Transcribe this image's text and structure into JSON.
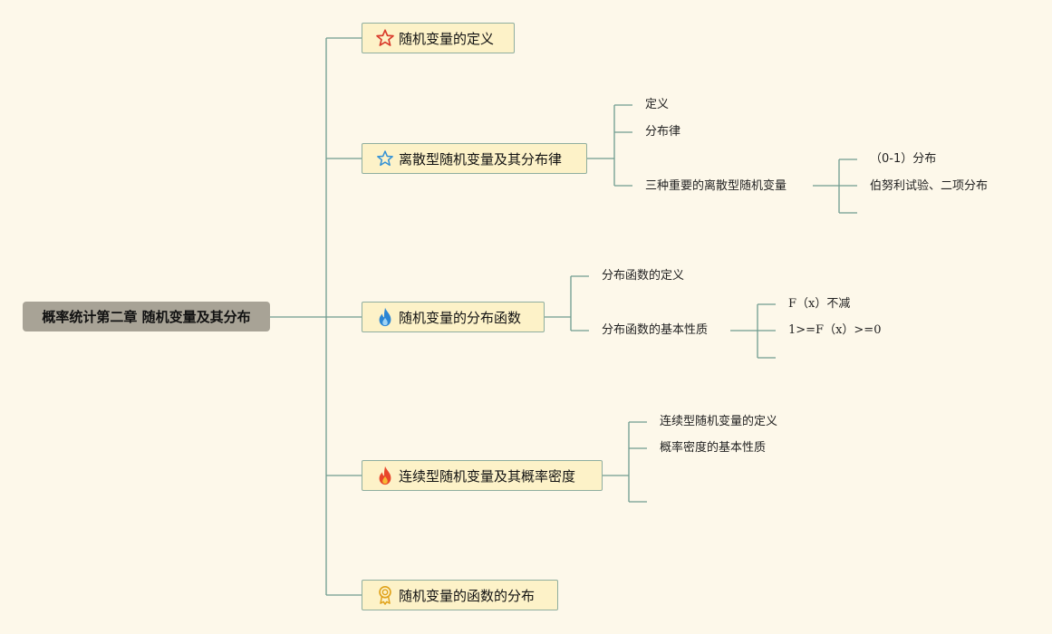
{
  "root": {
    "label": "概率统计第二章 随机变量及其分布"
  },
  "branches": [
    {
      "label": "随机变量的定义",
      "icon": "star-outline-red-icon"
    },
    {
      "label": "离散型随机变量及其分布律",
      "icon": "star-outline-blue-icon"
    },
    {
      "label": "随机变量的分布函数",
      "icon": "flame-blue-icon"
    },
    {
      "label": "连续型随机变量及其概率密度",
      "icon": "flame-red-icon"
    },
    {
      "label": "随机变量的函数的分布",
      "icon": "award-ribbon-icon"
    }
  ],
  "discrete": {
    "items": [
      "定义",
      "分布律",
      "三种重要的离散型随机变量"
    ],
    "important": [
      "（0-1）分布",
      "伯努利试验、二项分布"
    ]
  },
  "distribution_function": {
    "items": [
      "分布函数的定义",
      "分布函数的基本性质"
    ],
    "properties": [
      "F（x）不减",
      "1>=F（x）>=0"
    ]
  },
  "continuous": {
    "items": [
      "连续型随机变量的定义",
      "概率密度的基本性质"
    ]
  },
  "colors": {
    "background": "#fdf8ea",
    "root_fill": "#a8a396",
    "branch_fill": "#fdf2c8",
    "connector": "#6f9c8f"
  }
}
